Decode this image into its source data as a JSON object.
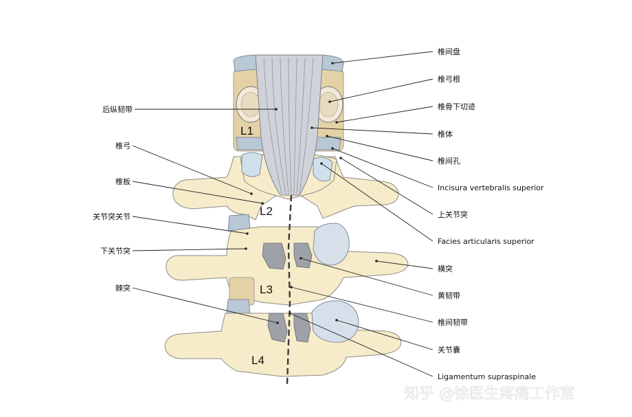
{
  "labels_right": [
    "椎间盘",
    "椎弓根",
    "椎骨下切迹",
    "椎体",
    "椎间孔",
    "Incisura vertebralis superior",
    "上关节突",
    "Facies articularis superior",
    "横突",
    "黄韧带",
    "椎间韧带",
    "关节囊",
    "Ligamentum supraspinale"
  ],
  "labels_left": [
    "后纵韧带",
    "椎弓",
    "椎板",
    "关节突关节",
    "下关节突",
    "棘突"
  ],
  "levels": [
    "L1",
    "L2",
    "L3",
    "L4"
  ],
  "watermark": "知乎 @徐医生疼痛工作室"
}
